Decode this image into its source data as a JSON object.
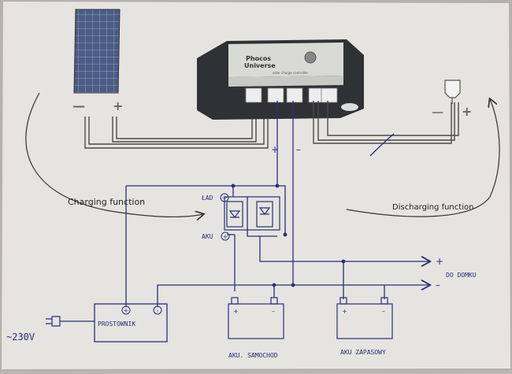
{
  "controller": {
    "brand_line1": "Phocos",
    "brand_line2": "Universe",
    "sublabel": "solar charge controller"
  },
  "panel": {
    "minus": "—",
    "plus": "+"
  },
  "lamp": {
    "minus": "—",
    "plus": "+"
  },
  "labels": {
    "charging": "Charging function",
    "discharging": "Discharging function",
    "plus_wire": "+",
    "minus_wire": "–",
    "lad": "ŁAD",
    "lad_sign": "+",
    "aku": "AKU",
    "aku_sign": "+",
    "out_plus": "+",
    "out_minus": "–",
    "do_domku": "DO DOMKU",
    "mains": "~230V",
    "prostownik": "PROSTOWNIK",
    "prost_plus": "+",
    "prost_minus": "-",
    "bat1_plus": "+",
    "bat1_minus": "–",
    "bat2_plus": "+",
    "bat2_minus": "–",
    "bat1_name": "AKU. SAMOCHOD",
    "bat2_name": "AKU ZAPASOWY"
  },
  "colors": {
    "paper": "#e6e4e0",
    "ink_print": "#3a3a3a",
    "ink_pen": "#2a2f78",
    "controller_body": "#2f3134",
    "controller_face": "#d9dad6",
    "panel_blue": "#3e4f7a"
  }
}
